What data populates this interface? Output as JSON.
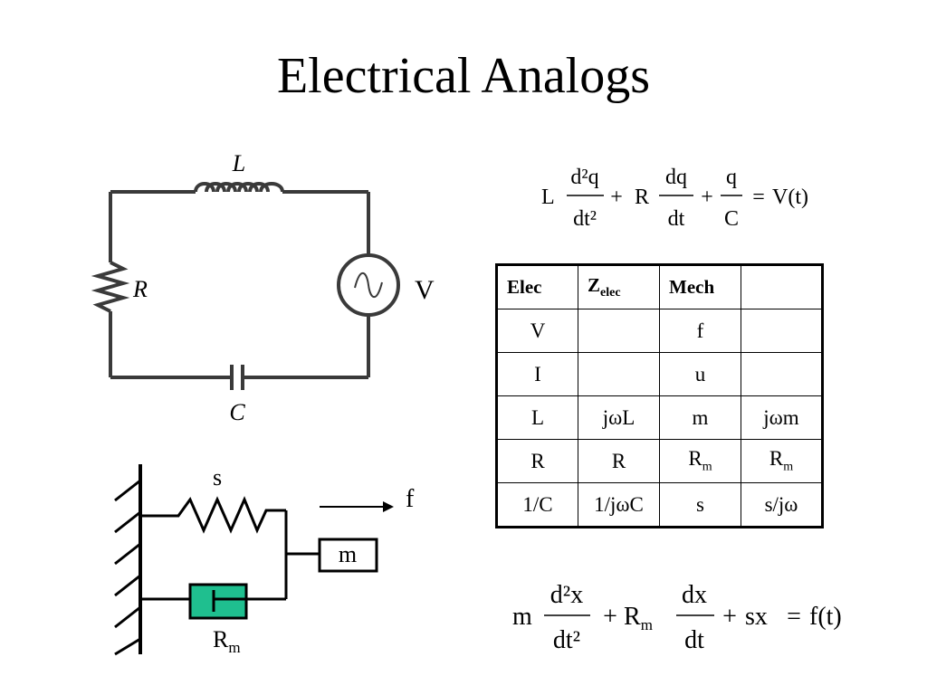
{
  "slide": {
    "title": "Electrical Analogs"
  },
  "circuit": {
    "inductor_label": "L",
    "resistor_label": "R",
    "capacitor_label": "C",
    "source_label": "V"
  },
  "mechanical": {
    "spring_label": "s",
    "force_label": "f",
    "mass_label": "m",
    "damper_label_main": "R",
    "damper_label_sub": "m"
  },
  "equations": {
    "electrical": {
      "L": "L",
      "d2q": "d²q",
      "dt2": "dt²",
      "plus1": "+",
      "R": "R",
      "dq": "dq",
      "dt": "dt",
      "plus2": "+",
      "q": "q",
      "C": "C",
      "eq": "=",
      "rhs": "V(t)"
    },
    "mechanical": {
      "m": "m",
      "d2x": "d²x",
      "dt2": "dt²",
      "plus1": "+",
      "R": "R",
      "Rsub": "m",
      "dx": "dx",
      "dt": "dt",
      "plus2": "+",
      "sx": "sx",
      "eq": "=",
      "rhs": "f(t)"
    }
  },
  "table": {
    "headers": [
      {
        "main": "Elec",
        "sub": ""
      },
      {
        "main": "Z",
        "sub": "elec"
      },
      {
        "main": "Mech",
        "sub": ""
      },
      {
        "main": "",
        "sub": ""
      }
    ],
    "rows": [
      [
        {
          "main": "V",
          "sub": ""
        },
        {
          "main": "",
          "sub": ""
        },
        {
          "main": "f",
          "sub": ""
        },
        {
          "main": "",
          "sub": ""
        }
      ],
      [
        {
          "main": "I",
          "sub": ""
        },
        {
          "main": "",
          "sub": ""
        },
        {
          "main": "u",
          "sub": ""
        },
        {
          "main": "",
          "sub": ""
        }
      ],
      [
        {
          "main": "L",
          "sub": ""
        },
        {
          "main": "jωL",
          "sub": ""
        },
        {
          "main": "m",
          "sub": ""
        },
        {
          "main": "jωm",
          "sub": ""
        }
      ],
      [
        {
          "main": "R",
          "sub": ""
        },
        {
          "main": "R",
          "sub": ""
        },
        {
          "main": "R",
          "sub": "m"
        },
        {
          "main": "R",
          "sub": "m"
        }
      ],
      [
        {
          "main": "1/C",
          "sub": ""
        },
        {
          "main": "1/jωC",
          "sub": ""
        },
        {
          "main": "s",
          "sub": ""
        },
        {
          "main": "s/jω",
          "sub": ""
        }
      ]
    ]
  },
  "colors": {
    "wire": "#3a3a3a",
    "damper_fill": "#1fbf8f"
  }
}
